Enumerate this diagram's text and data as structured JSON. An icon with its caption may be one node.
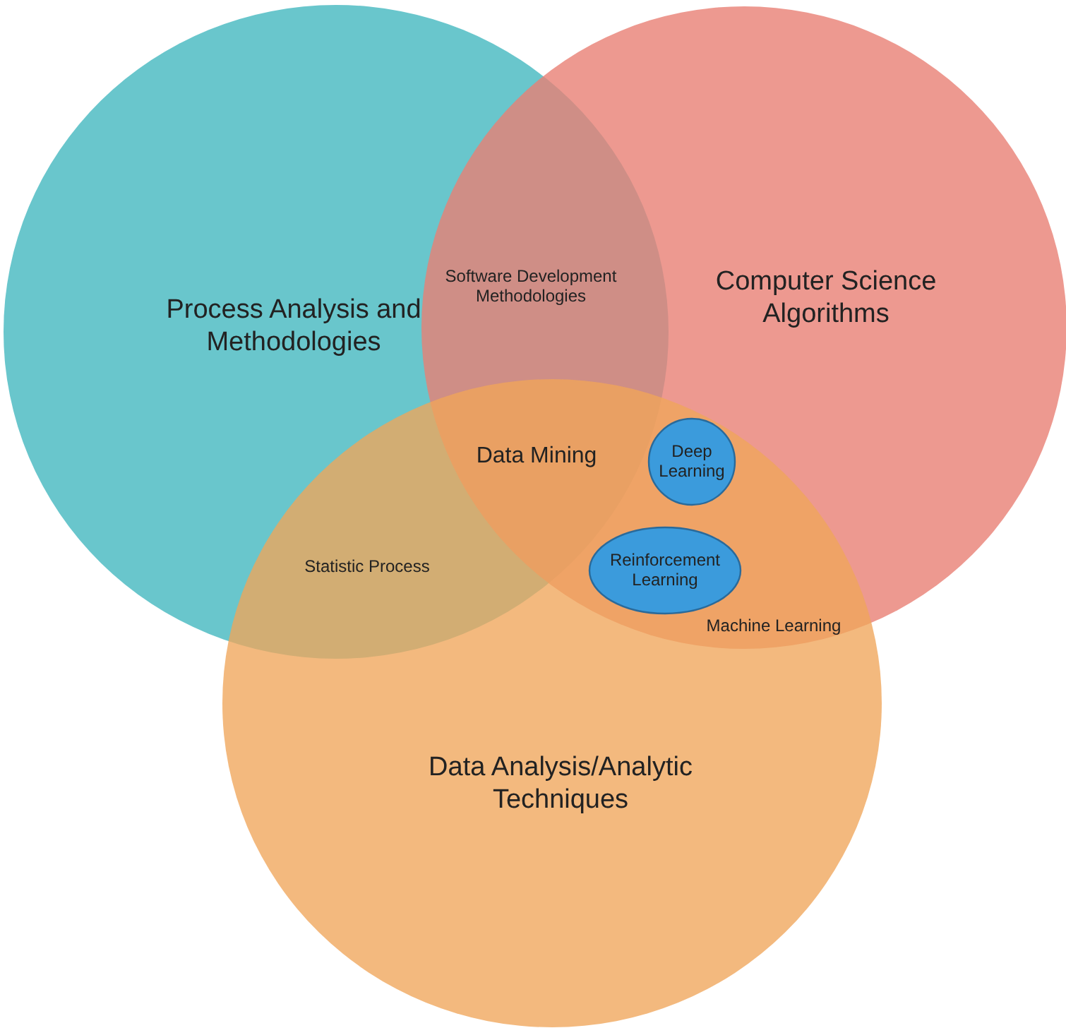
{
  "diagram": {
    "nodes": [
      {
        "text": [
          "Process Analysis and Methodologies"
        ]
      },
      {
        "text": [
          "Computer Science Algorithms"
        ]
      },
      {
        "text": [
          "Data Analysis/Analytic Techniques"
        ]
      },
      {
        "text": [
          "Deep Learning"
        ]
      },
      {
        "text": [
          "Reinforcement Learning"
        ]
      }
    ],
    "labels": [
      "Software Development Methodologies",
      "Data Mining",
      "Statistic Process",
      "Machine Learning"
    ]
  }
}
